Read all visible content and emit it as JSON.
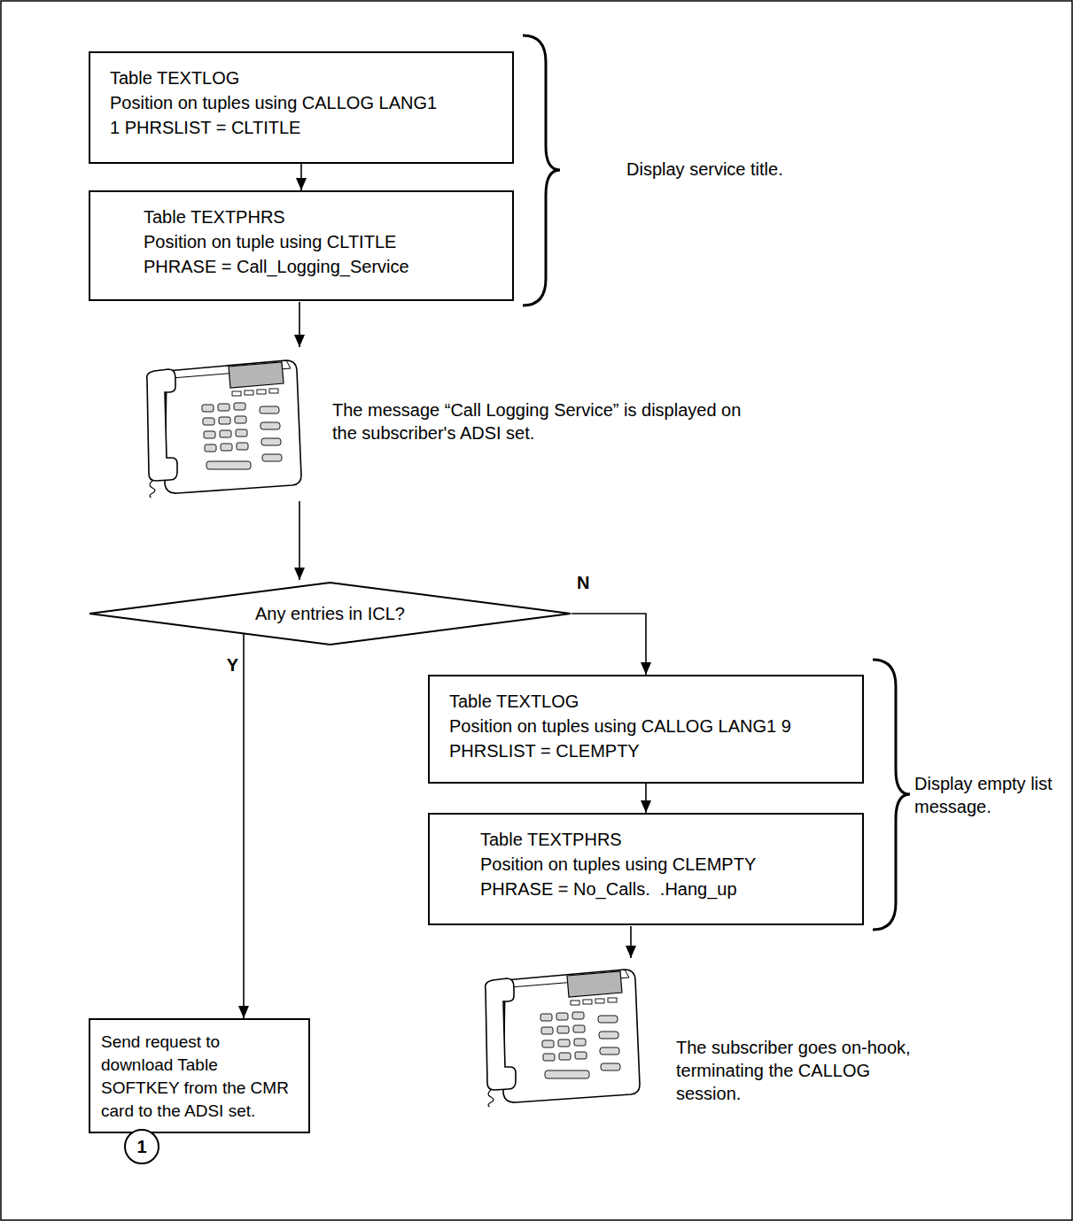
{
  "diagram": {
    "nodes": [
      {
        "text": [
          "Table TEXTLOG",
          "Position on tuples using CALLOG LANG1",
          "1 PHRSLIST = CLTITLE"
        ]
      },
      {
        "text": [
          "Table TEXTPHRS",
          "Position on tuple using CLTITLE",
          "PHRASE = Call_Logging_Service"
        ]
      },
      {
        "text": [
          "Any entries in ICL?"
        ]
      },
      {
        "text": [
          "Table TEXTLOG",
          "Position on tuples using CALLOG LANG1 9",
          "PHRSLIST = CLEMPTY"
        ]
      },
      {
        "text": [
          "Table TEXTPHRS",
          "Position on tuples using CLEMPTY",
          "PHRASE = No_Calls.  .Hang_up"
        ]
      },
      {
        "text": [
          "Send request to download Table SOFTKEY from the CMR card to the ADSI set."
        ]
      },
      {
        "text": [
          "1"
        ]
      }
    ],
    "edges": [
      {
        "from": 0,
        "to": 1,
        "arrow": "to"
      },
      {
        "from": 2,
        "to": 3,
        "arrow": "to",
        "label": "N"
      },
      {
        "from": 3,
        "to": 4,
        "arrow": "to"
      },
      {
        "from": 2,
        "to": 5,
        "arrow": "to",
        "label": "Y"
      },
      {
        "from": 5,
        "to": 6,
        "arrow": "to"
      }
    ],
    "labels": [
      "Display service title.",
      "The message “Call Logging Service” is displayed on the subscriber's ADSI set.",
      "Display empty list message.",
      "The subscriber goes on-hook, terminating the CALLOG session."
    ]
  }
}
